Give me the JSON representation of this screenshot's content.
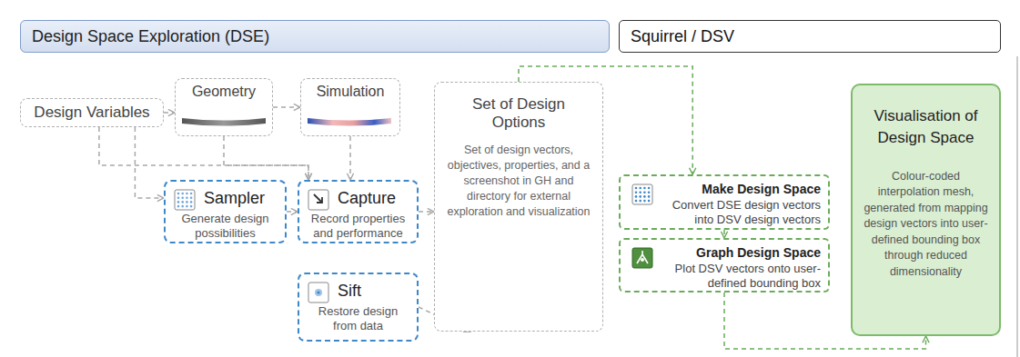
{
  "diagram": {
    "nodes": [
      {
        "text": [
          "Design Space Exploration (DSE)"
        ]
      },
      {
        "text": [
          "Squirrel / DSV"
        ]
      },
      {
        "text": [
          "Design Variables"
        ]
      },
      {
        "text": [
          "Geometry"
        ]
      },
      {
        "text": [
          "Simulation"
        ]
      },
      {
        "text": [
          "Set of Design Options",
          "Set of design vectors, objectives, properties, and a screenshot in GH and directory for external exploration and visualization"
        ]
      },
      {
        "text": [
          "Visualisation of Design Space",
          "Colour-coded interpolation mesh, generated from mapping design vectors into user-defined bounding box through reduced dimensionality"
        ]
      },
      {
        "text": [
          "Sampler",
          "Generate design possibilities"
        ]
      },
      {
        "text": [
          "Capture",
          "Record properties and performance"
        ]
      },
      {
        "text": [
          "Make Design Space",
          "Convert DSE design vectors into DSV design vectors"
        ]
      },
      {
        "text": [
          "Graph Design Space",
          "Plot DSV vectors onto user-defined bounding box"
        ]
      },
      {
        "text": [
          "Sift",
          "Restore design from data"
        ]
      }
    ],
    "edges": [
      {
        "from": 2,
        "to": 3,
        "arrow": "to"
      },
      {
        "from": 3,
        "to": 4,
        "arrow": "to"
      },
      {
        "from": 2,
        "to": 7,
        "arrow": "to"
      },
      {
        "from": 2,
        "to": 8,
        "arrow": "to"
      },
      {
        "from": 3,
        "to": 8,
        "arrow": "to"
      },
      {
        "from": 4,
        "to": 8,
        "arrow": "to"
      },
      {
        "from": 7,
        "to": 8,
        "arrow": "to"
      },
      {
        "from": 8,
        "to": 5,
        "arrow": "to"
      },
      {
        "from": 11,
        "to": 5,
        "arrow": "to"
      },
      {
        "from": 5,
        "to": 9,
        "arrow": "to"
      },
      {
        "from": 9,
        "to": 10,
        "arrow": "to"
      },
      {
        "from": 10,
        "to": 6,
        "arrow": "to"
      }
    ]
  }
}
